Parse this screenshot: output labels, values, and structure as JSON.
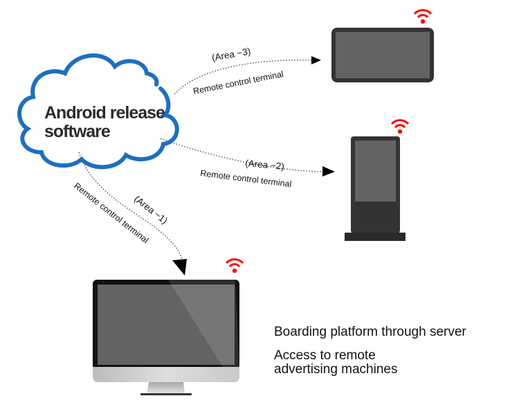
{
  "cloud": {
    "line1": "Android release",
    "line2": "software",
    "stroke_color": "#1e6fbf"
  },
  "connections": [
    {
      "area": "(Area −3)",
      "label": "Remote control terminal",
      "target": "tablet-terminal"
    },
    {
      "area": "(Area −2)",
      "label": "Remote control terminal",
      "target": "kiosk-terminal"
    },
    {
      "area": "(Area −1)",
      "label": "Remote control terminal",
      "target": "desktop-monitor"
    }
  ],
  "devices": [
    {
      "name": "tablet-terminal",
      "type": "landscape display",
      "wifi": true
    },
    {
      "name": "kiosk-terminal",
      "type": "floor-standing advertising kiosk",
      "wifi": true
    },
    {
      "name": "desktop-monitor",
      "type": "all-in-one desktop monitor",
      "wifi": true
    }
  ],
  "captions": {
    "line1": "Boarding platform through server",
    "line2a": "Access to remote",
    "line2b": "advertising machines"
  },
  "colors": {
    "wifi": "#ff0000",
    "device_body": "#333333",
    "device_screen": "#636363",
    "dotted_line": "#555555"
  }
}
